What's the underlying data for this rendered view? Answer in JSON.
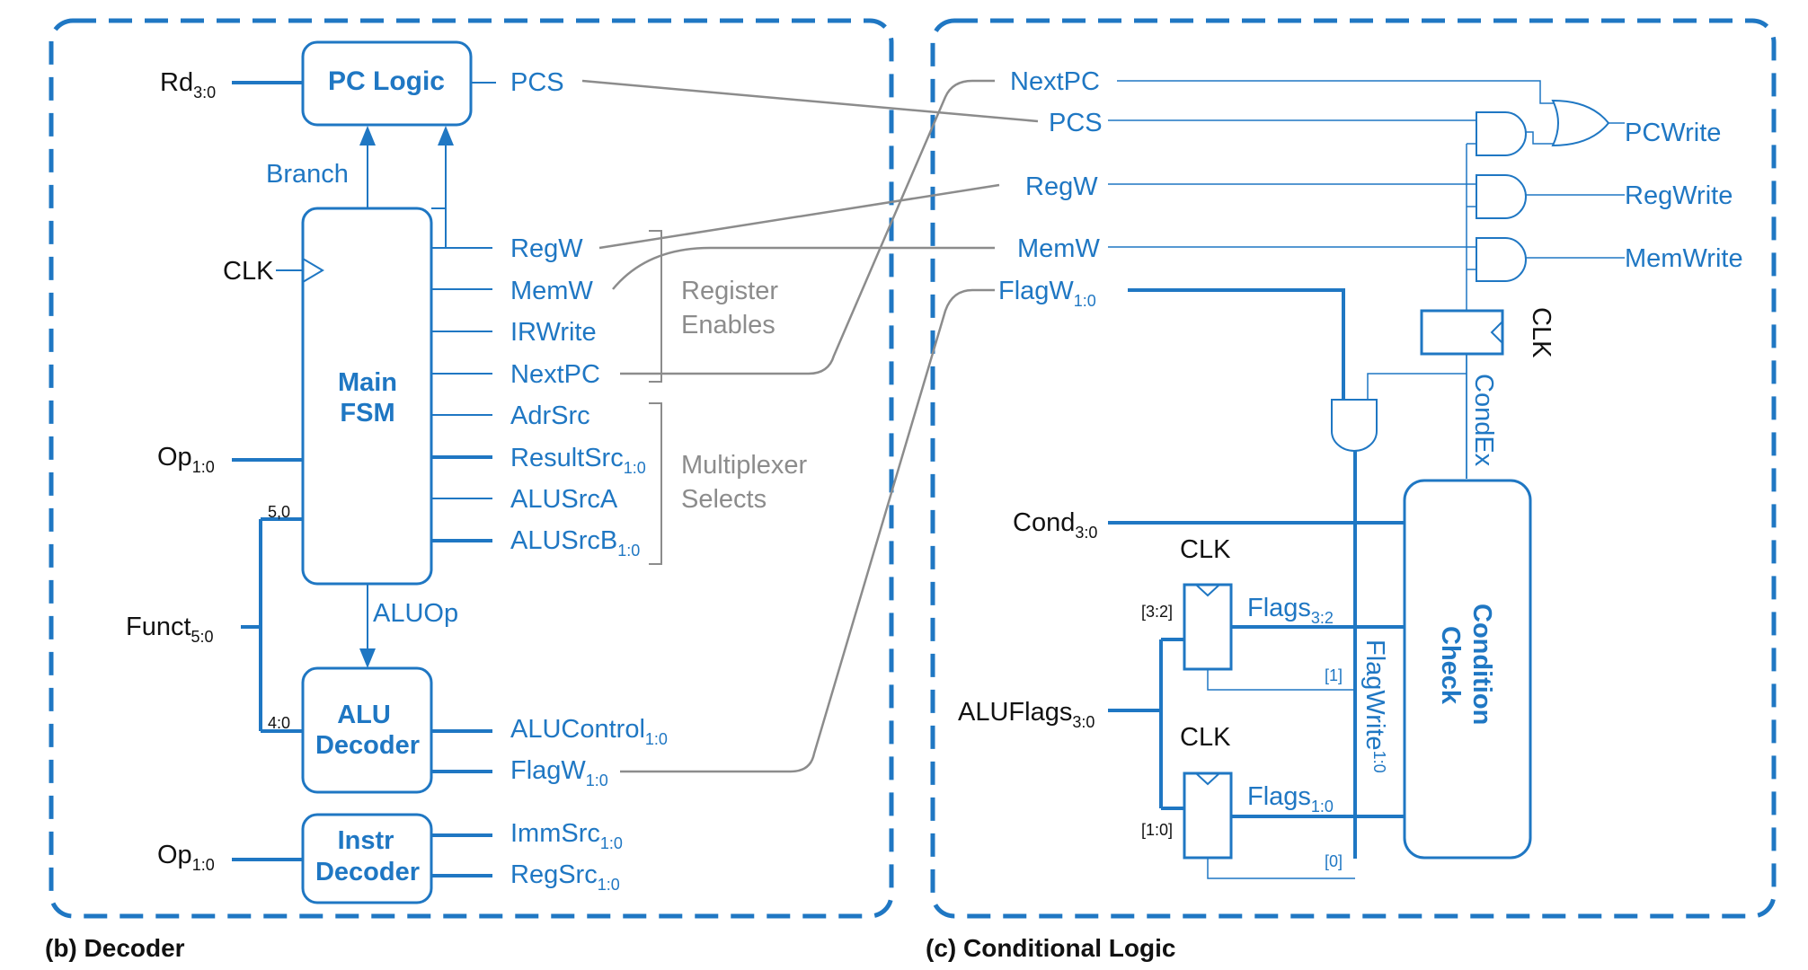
{
  "panels": {
    "decoder_caption": "(b) Decoder",
    "cond_caption": "(c) Conditional Logic"
  },
  "decoder": {
    "blocks": {
      "pc_logic": "PC Logic",
      "main_fsm_1": "Main",
      "main_fsm_2": "FSM",
      "alu_dec_1": "ALU",
      "alu_dec_2": "Decoder",
      "instr_dec_1": "Instr",
      "instr_dec_2": "Decoder"
    },
    "inputs": {
      "rd": "Rd",
      "rd_sub": "3:0",
      "clk": "CLK",
      "op": "Op",
      "op_sub": "1:0",
      "funct": "Funct",
      "funct_sub": "5:0",
      "op2": "Op",
      "op2_sub": "1:0",
      "bits_hi": "5,0",
      "bits_lo": "4:0"
    },
    "internal": {
      "branch": "Branch",
      "aluop": "ALUOp"
    },
    "outputs": {
      "pcs": "PCS",
      "regw": "RegW",
      "memw": "MemW",
      "irwrite": "IRWrite",
      "nextpc": "NextPC",
      "adrsrc": "AdrSrc",
      "resultsrc": "ResultSrc",
      "resultsrc_sub": "1:0",
      "alusrca": "ALUSrcA",
      "alusrcb": "ALUSrcB",
      "alusrcb_sub": "1:0",
      "alucontrol": "ALUControl",
      "alucontrol_sub": "1:0",
      "flagw": "FlagW",
      "flagw_sub": "1:0",
      "immsrc": "ImmSrc",
      "immsrc_sub": "1:0",
      "regsrc": "RegSrc",
      "regsrc_sub": "1:0"
    },
    "groups": {
      "reg_en_1": "Register",
      "reg_en_2": "Enables",
      "mux_1": "Multiplexer",
      "mux_2": "Selects"
    }
  },
  "cond": {
    "inputs": {
      "nextpc": "NextPC",
      "pcs": "PCS",
      "regw": "RegW",
      "memw": "MemW",
      "flagw": "FlagW",
      "flagw_sub": "1:0",
      "cond": "Cond",
      "cond_sub": "3:0",
      "aluflags": "ALUFlags",
      "aluflags_sub": "3:0"
    },
    "outputs": {
      "pcwrite": "PCWrite",
      "regwrite": "RegWrite",
      "memwrite": "MemWrite"
    },
    "internal": {
      "clk_top": "CLK",
      "condex": "CondEx",
      "clk_f1": "CLK",
      "clk_f0": "CLK",
      "flags32": "Flags",
      "flags32_sub": "3:2",
      "flags10": "Flags",
      "flags10_sub": "1:0",
      "flagwrite": "FlagWrite",
      "flagwrite_sub": "1:0",
      "bits_32": "[3:2]",
      "bits_10": "[1:0]",
      "bit_1": "[1]",
      "bit_0": "[0]",
      "cc_1": "Condition",
      "cc_2": "Check"
    }
  },
  "colors": {
    "blue": "#1f77c3",
    "black": "#111111",
    "gray": "#8c8c8c"
  }
}
